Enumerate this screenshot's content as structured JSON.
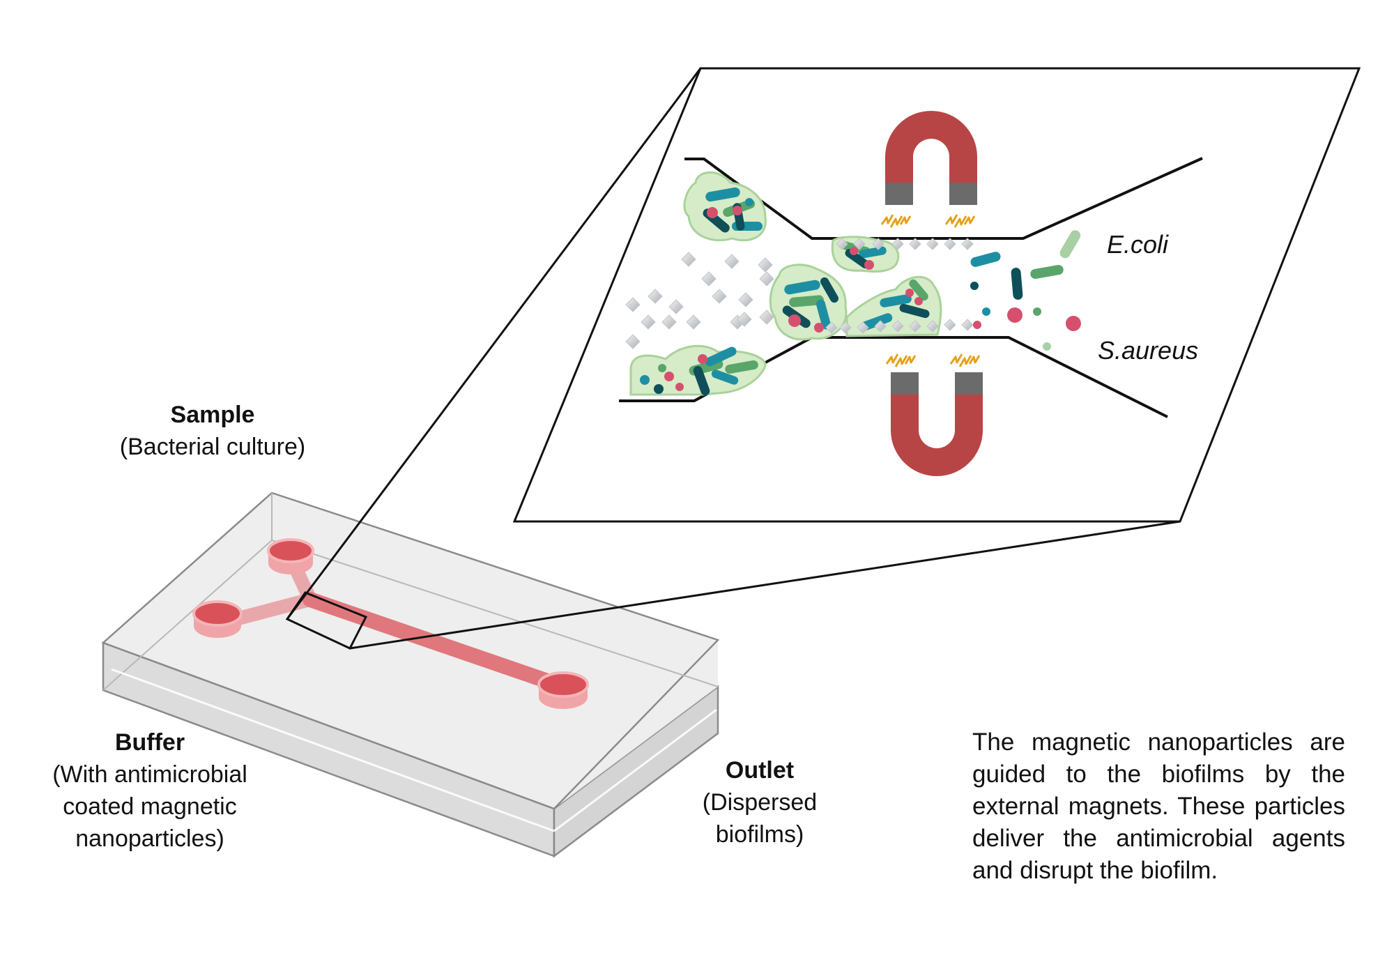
{
  "labels": {
    "sample": {
      "title": "Sample",
      "subtitle": "(Bacterial culture)"
    },
    "buffer": {
      "title": "Buffer",
      "lines": [
        "(With antimicrobial",
        "coated magnetic",
        "nanoparticles)"
      ]
    },
    "outlet": {
      "title": "Outlet",
      "lines": [
        "(Dispersed",
        "biofilms)"
      ]
    }
  },
  "species": {
    "ecoli": "E.coli",
    "saureus": "S.aureus"
  },
  "caption": "The magnetic nanoparticles are guided to the biofilms by the external magnets. These particles deliver the antimicrobial agents and disrupt the biofilm.",
  "colors": {
    "magnet_red": "#b84545",
    "magnet_pole": "#6b6b6b",
    "spark": "#e3a21a",
    "channel_red": "#e0777c",
    "well_red": "#d9525a",
    "teal": "#1e8fa3",
    "dark_teal": "#0e4f5a",
    "green": "#5aa56a",
    "pink": "#d6506e",
    "biofilm_fill": "#d6ebc8",
    "chip_fill": "#e9e9e9"
  }
}
